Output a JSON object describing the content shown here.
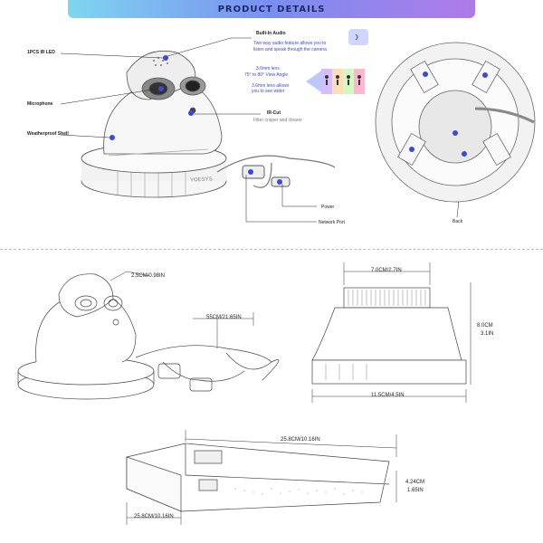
{
  "banner": {
    "title": "PRODUCT DETAILS"
  },
  "labels": {
    "ir_led": "1PCS IR LED",
    "microphone": "Microphone",
    "shell": "Weatherproof Shell",
    "audio_title": "Built-In Audio",
    "audio_desc_1": "Two way audio feature allows you to",
    "audio_desc_2": "listen and speak through the camera",
    "lens_1": "3.6mm lens",
    "lens_2": "75° to 80° View Angle",
    "lens_3": "3.6mm lens allows",
    "lens_4": "you to see wider",
    "ircut_title": "IR-Cut",
    "ircut_desc": "Filter crisper and clearer",
    "power": "Power",
    "network": "Network Port",
    "back": "Back",
    "brand": "YOESYS"
  },
  "dimensions": {
    "lens_diameter": "2.5CM/0.98IN",
    "cable": "55CM/21.65IN",
    "top_width": "7.0CM/2.7IN",
    "height_cm": "8.0CM",
    "height_in": "3.1IN",
    "base_width": "11.5CM/4.5IN",
    "nvr_top": "25.8CM/10.16IN",
    "nvr_bottom": "25.8CM/10.16IN",
    "nvr_h_cm": "4.24CM",
    "nvr_h_in": "1.65IN"
  },
  "colors": {
    "accent": "#3a4ad8",
    "banner_start": "#7fd6f0",
    "banner_end": "#b07ae8"
  }
}
